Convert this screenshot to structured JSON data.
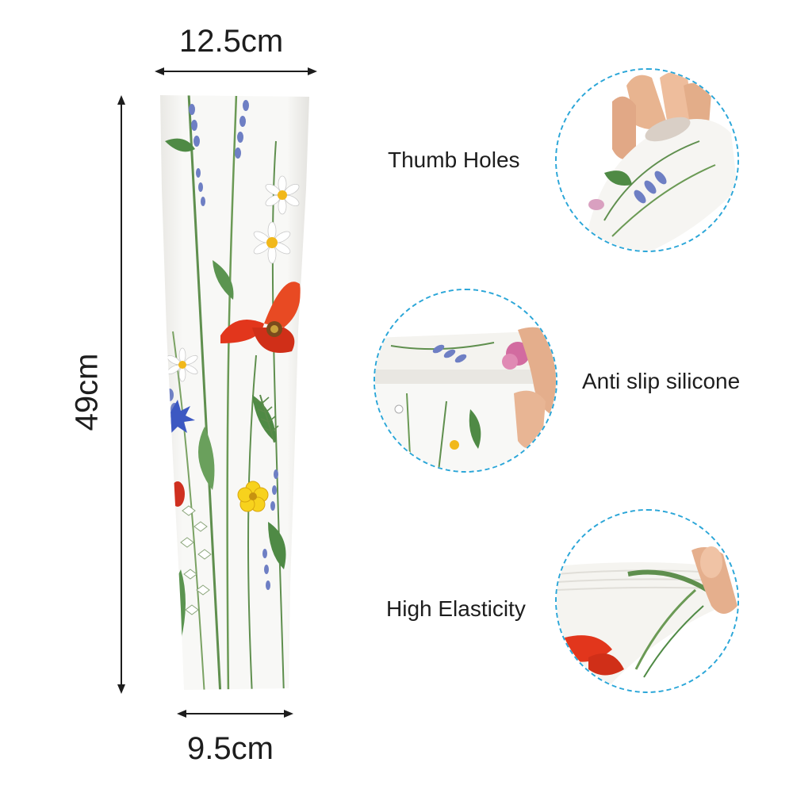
{
  "dimensions": {
    "top_width": "12.5cm",
    "length": "49cm",
    "bottom_width": "9.5cm"
  },
  "features": [
    {
      "label": "Thumb Holes",
      "icon": "thumb-hole-detail"
    },
    {
      "label": "Anti slip silicone",
      "icon": "silicone-band-detail"
    },
    {
      "label": "High Elasticity",
      "icon": "stretch-detail"
    }
  ],
  "colors": {
    "accent_dashed_circle": "#2aa6d8",
    "sleeve_base": "#f6f5f2",
    "poppy_red": "#e2361c",
    "daisy_yellow": "#f1b81b",
    "lavender_blue": "#6e7fc4",
    "stem_green": "#5f8f4e"
  }
}
